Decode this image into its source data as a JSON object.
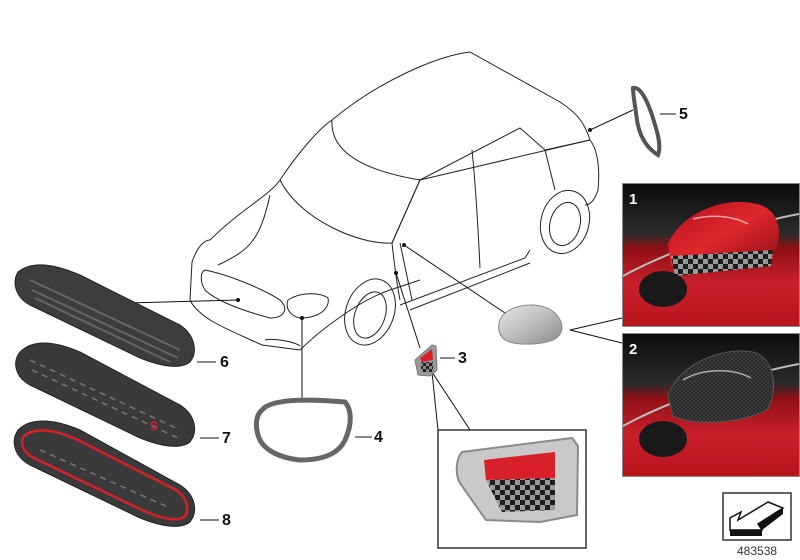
{
  "diagram": {
    "type": "exploded-parts-diagram",
    "subject": "Car exterior accessory parts (line drawing of hatchback with callouts)",
    "callouts": [
      {
        "id": "1",
        "label": "1",
        "part": "Mirror cap, red with checkered strip (photo inset)"
      },
      {
        "id": "2",
        "label": "2",
        "part": "Mirror cap, carbon fiber (photo inset)"
      },
      {
        "id": "3",
        "label": "3",
        "part": "Side indicator / badge with red and checkered pattern"
      },
      {
        "id": "4",
        "label": "4",
        "part": "Headlight trim ring"
      },
      {
        "id": "5",
        "label": "5",
        "part": "Rear light trim"
      },
      {
        "id": "6",
        "label": "6",
        "part": "Front grille, horizontal slats"
      },
      {
        "id": "7",
        "label": "7",
        "part": "Front grille, honeycomb with red S"
      },
      {
        "id": "8",
        "label": "8",
        "part": "Front grille, honeycomb with red surround"
      }
    ],
    "inset_photos": [
      {
        "number": "1",
        "description": "Red mirror cap with black checkered band"
      },
      {
        "number": "2",
        "description": "Carbon fiber mirror cap"
      }
    ],
    "reference_number": "483538",
    "colors": {
      "line": "#111111",
      "accent_red": "#d8202a",
      "part_dark": "#3a3a3a",
      "part_grey": "#9a9a9a"
    }
  }
}
